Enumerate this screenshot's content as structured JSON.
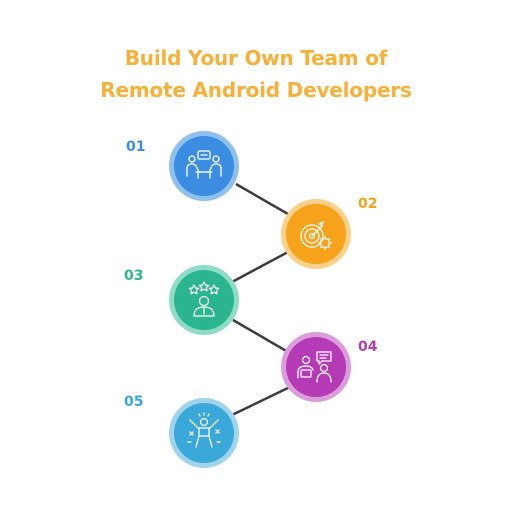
{
  "title": {
    "line1": "Build Your Own Team of",
    "line2": "Remote Android Developers"
  },
  "colors": {
    "title": "#f7b13a",
    "connector": "#3d3d3d",
    "step1": "#3a8de0",
    "step2": "#f7a21b",
    "step3": "#2bb58f",
    "step4": "#b53ab5",
    "step5": "#3aa8d8"
  },
  "steps": [
    {
      "number": "01",
      "icon": "team-meeting-icon",
      "color": "#3a8de0",
      "ring": "#8fc0f0"
    },
    {
      "number": "02",
      "icon": "target-gear-icon",
      "color": "#f7a21b",
      "ring": "#fbd089"
    },
    {
      "number": "03",
      "icon": "rated-developer-icon",
      "color": "#2bb58f",
      "ring": "#8fdcc6"
    },
    {
      "number": "04",
      "icon": "interview-chat-icon",
      "color": "#b53ab5",
      "ring": "#da9cda"
    },
    {
      "number": "05",
      "icon": "celebrating-person-icon",
      "color": "#3aa8d8",
      "ring": "#9fd4ec"
    }
  ]
}
